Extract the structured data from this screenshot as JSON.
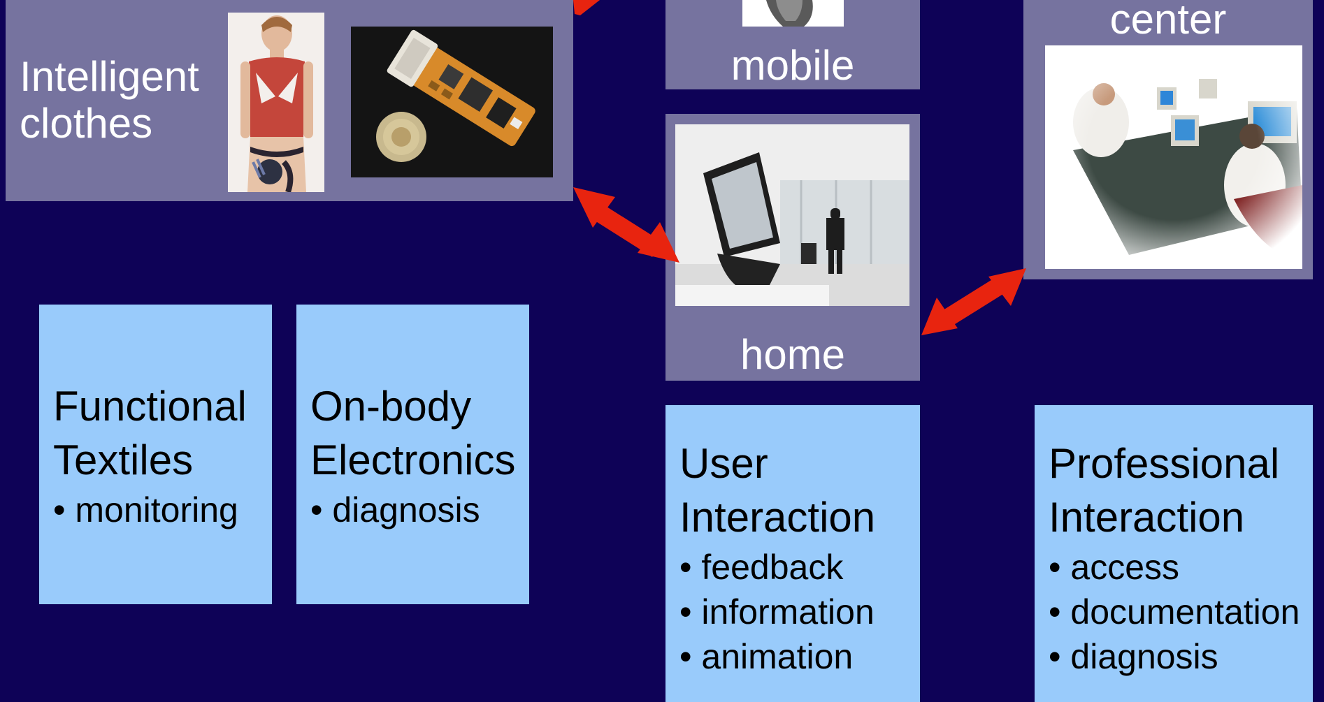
{
  "intelligent_clothes": {
    "title_line1": "Intelligent",
    "title_line2": "clothes"
  },
  "mobile": {
    "label": "mobile"
  },
  "home": {
    "label": "home"
  },
  "center": {
    "label": "center"
  },
  "functional_textiles": {
    "title_line1": "Functional",
    "title_line2": "Textiles",
    "items": [
      "monitoring"
    ]
  },
  "on_body_electronics": {
    "title_line1": "On-body",
    "title_line2": "Electronics",
    "items": [
      "diagnosis"
    ]
  },
  "user_interaction": {
    "title_line1": "User",
    "title_line2": "Interaction",
    "items": [
      "feedback",
      "information",
      "animation"
    ]
  },
  "professional_interaction": {
    "title_line1": "Professional",
    "title_line2": "Interaction",
    "items": [
      "access",
      "documentation",
      "diagnosis"
    ]
  },
  "colors": {
    "background": "#0e0257",
    "panel": "#76739f",
    "box": "#99cbfb",
    "arrow": "#e8240f"
  }
}
